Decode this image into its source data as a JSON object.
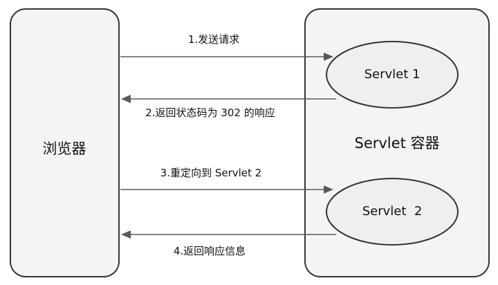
{
  "browser": {
    "label": "浏览器"
  },
  "container": {
    "label": "Servlet 容器"
  },
  "servlets": [
    {
      "label": "Servlet 1"
    },
    {
      "label": "Servlet  2"
    }
  ],
  "steps": [
    {
      "label": "1.发送请求",
      "direction": "to-container",
      "target": "servlet-1"
    },
    {
      "label": "2.返回状态码为 302 的响应",
      "direction": "to-browser",
      "source": "servlet-1"
    },
    {
      "label": "3.重定向到 Servlet 2",
      "direction": "to-container",
      "target": "servlet-2"
    },
    {
      "label": "4.返回响应信息",
      "direction": "to-browser",
      "source": "servlet-2"
    }
  ]
}
